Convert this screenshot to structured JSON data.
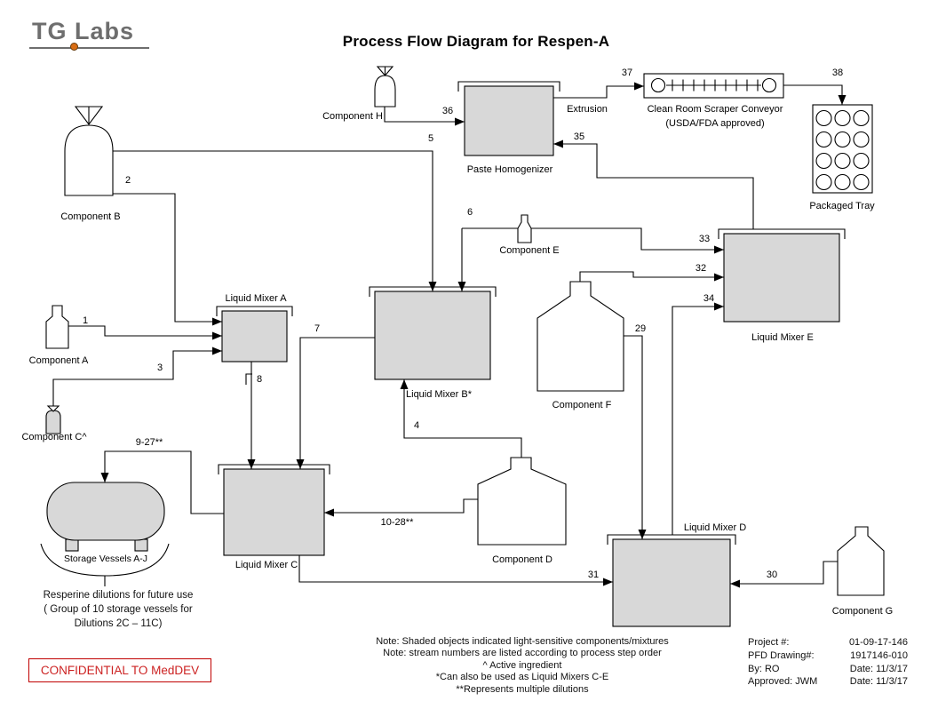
{
  "logo": {
    "text": "TG Labs"
  },
  "title": "Process Flow Diagram for Respen-A",
  "equipment": {
    "paste_homogenizer": "Paste Homogenizer",
    "extrusion": "Extrusion",
    "conveyor_line1": "Clean Room Scraper Conveyor",
    "conveyor_line2": "(USDA/FDA approved)",
    "packaged_tray": "Packaged Tray",
    "liquid_mixer_a": "Liquid Mixer A",
    "liquid_mixer_b": "Liquid Mixer B*",
    "liquid_mixer_c": "Liquid Mixer C",
    "liquid_mixer_d": "Liquid Mixer D",
    "liquid_mixer_e": "Liquid Mixer E",
    "storage_vessels": "Storage Vessels A-J"
  },
  "components": {
    "a": "Component A",
    "b": "Component B",
    "c": "Component C^",
    "d": "Component D",
    "e": "Component E",
    "f": "Component F",
    "g": "Component G",
    "h": "Component H"
  },
  "streams": {
    "s1": "1",
    "s2": "2",
    "s3": "3",
    "s4": "4",
    "s5": "5",
    "s6": "6",
    "s7": "7",
    "s8": "8",
    "s9_27": "9-27**",
    "s10_28": "10-28**",
    "s29": "29",
    "s30": "30",
    "s31": "31",
    "s32": "32",
    "s33": "33",
    "s34": "34",
    "s35": "35",
    "s36": "36",
    "s37": "37",
    "s38": "38"
  },
  "storage_note": {
    "line1": "Resperine dilutions for future use",
    "line2": "( Group of 10 storage vessels for",
    "line3": "Dilutions 2C – 11C)"
  },
  "notes": {
    "line1": "Note: Shaded objects indicated light-sensitive components/mixtures",
    "line2": "Note: stream numbers are listed according to process step order",
    "line3": "^ Active ingredient",
    "line4": "*Can also be used as Liquid Mixers C-E",
    "line5": "**Represents multiple dilutions"
  },
  "confidential": "CONFIDENTIAL TO MedDEV",
  "project": {
    "rows": [
      {
        "label": "Project #:",
        "value": "01-09-17-146"
      },
      {
        "label": "PFD Drawing#:",
        "value": "1917146-010"
      },
      {
        "label": "By: RO",
        "value": "Date: 11/3/17"
      },
      {
        "label": "Approved: JWM",
        "value": "Date: 11/3/17"
      }
    ]
  },
  "colors": {
    "shaded_fill": "#d8d8d8",
    "line": "#000000",
    "confidential_red": "#c00000",
    "logo_gray": "#6e6e6e",
    "logo_dot_orange": "#d96d14"
  }
}
